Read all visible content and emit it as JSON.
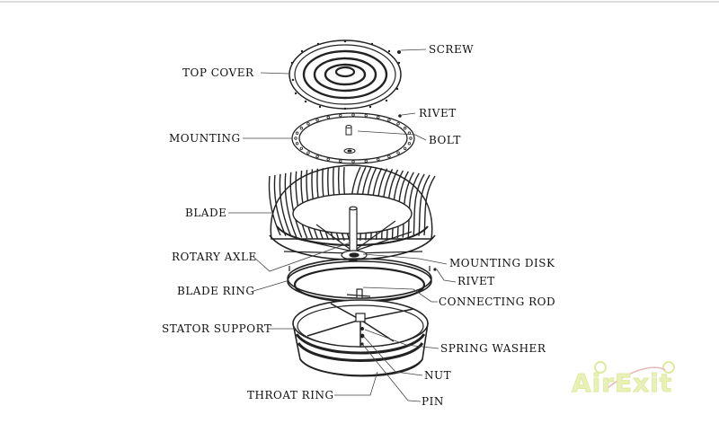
{
  "labels": {
    "screw": "SCREW",
    "top_cover": "TOP  COVER",
    "rivet_top": "RIVET",
    "mounting": "MOUNTING",
    "bolt": "BOLT",
    "blade": "BLADE",
    "rotary_axle": "ROTARY AXLE",
    "mounting_disk": "MOUNTING DISK",
    "rivet_mid": "RIVET",
    "blade_ring": "BLADE RING",
    "connecting_rod": "CONNECTING ROD",
    "stator_support": "STATOR SUPPORT",
    "spring_washer": "SPRING WASHER",
    "nut": "NUT",
    "throat_ring": "THROAT RING",
    "pin": "PIN"
  },
  "logo": {
    "text": "AirExit"
  },
  "colors": {
    "line": "#222222",
    "logo": "#e6efae"
  }
}
